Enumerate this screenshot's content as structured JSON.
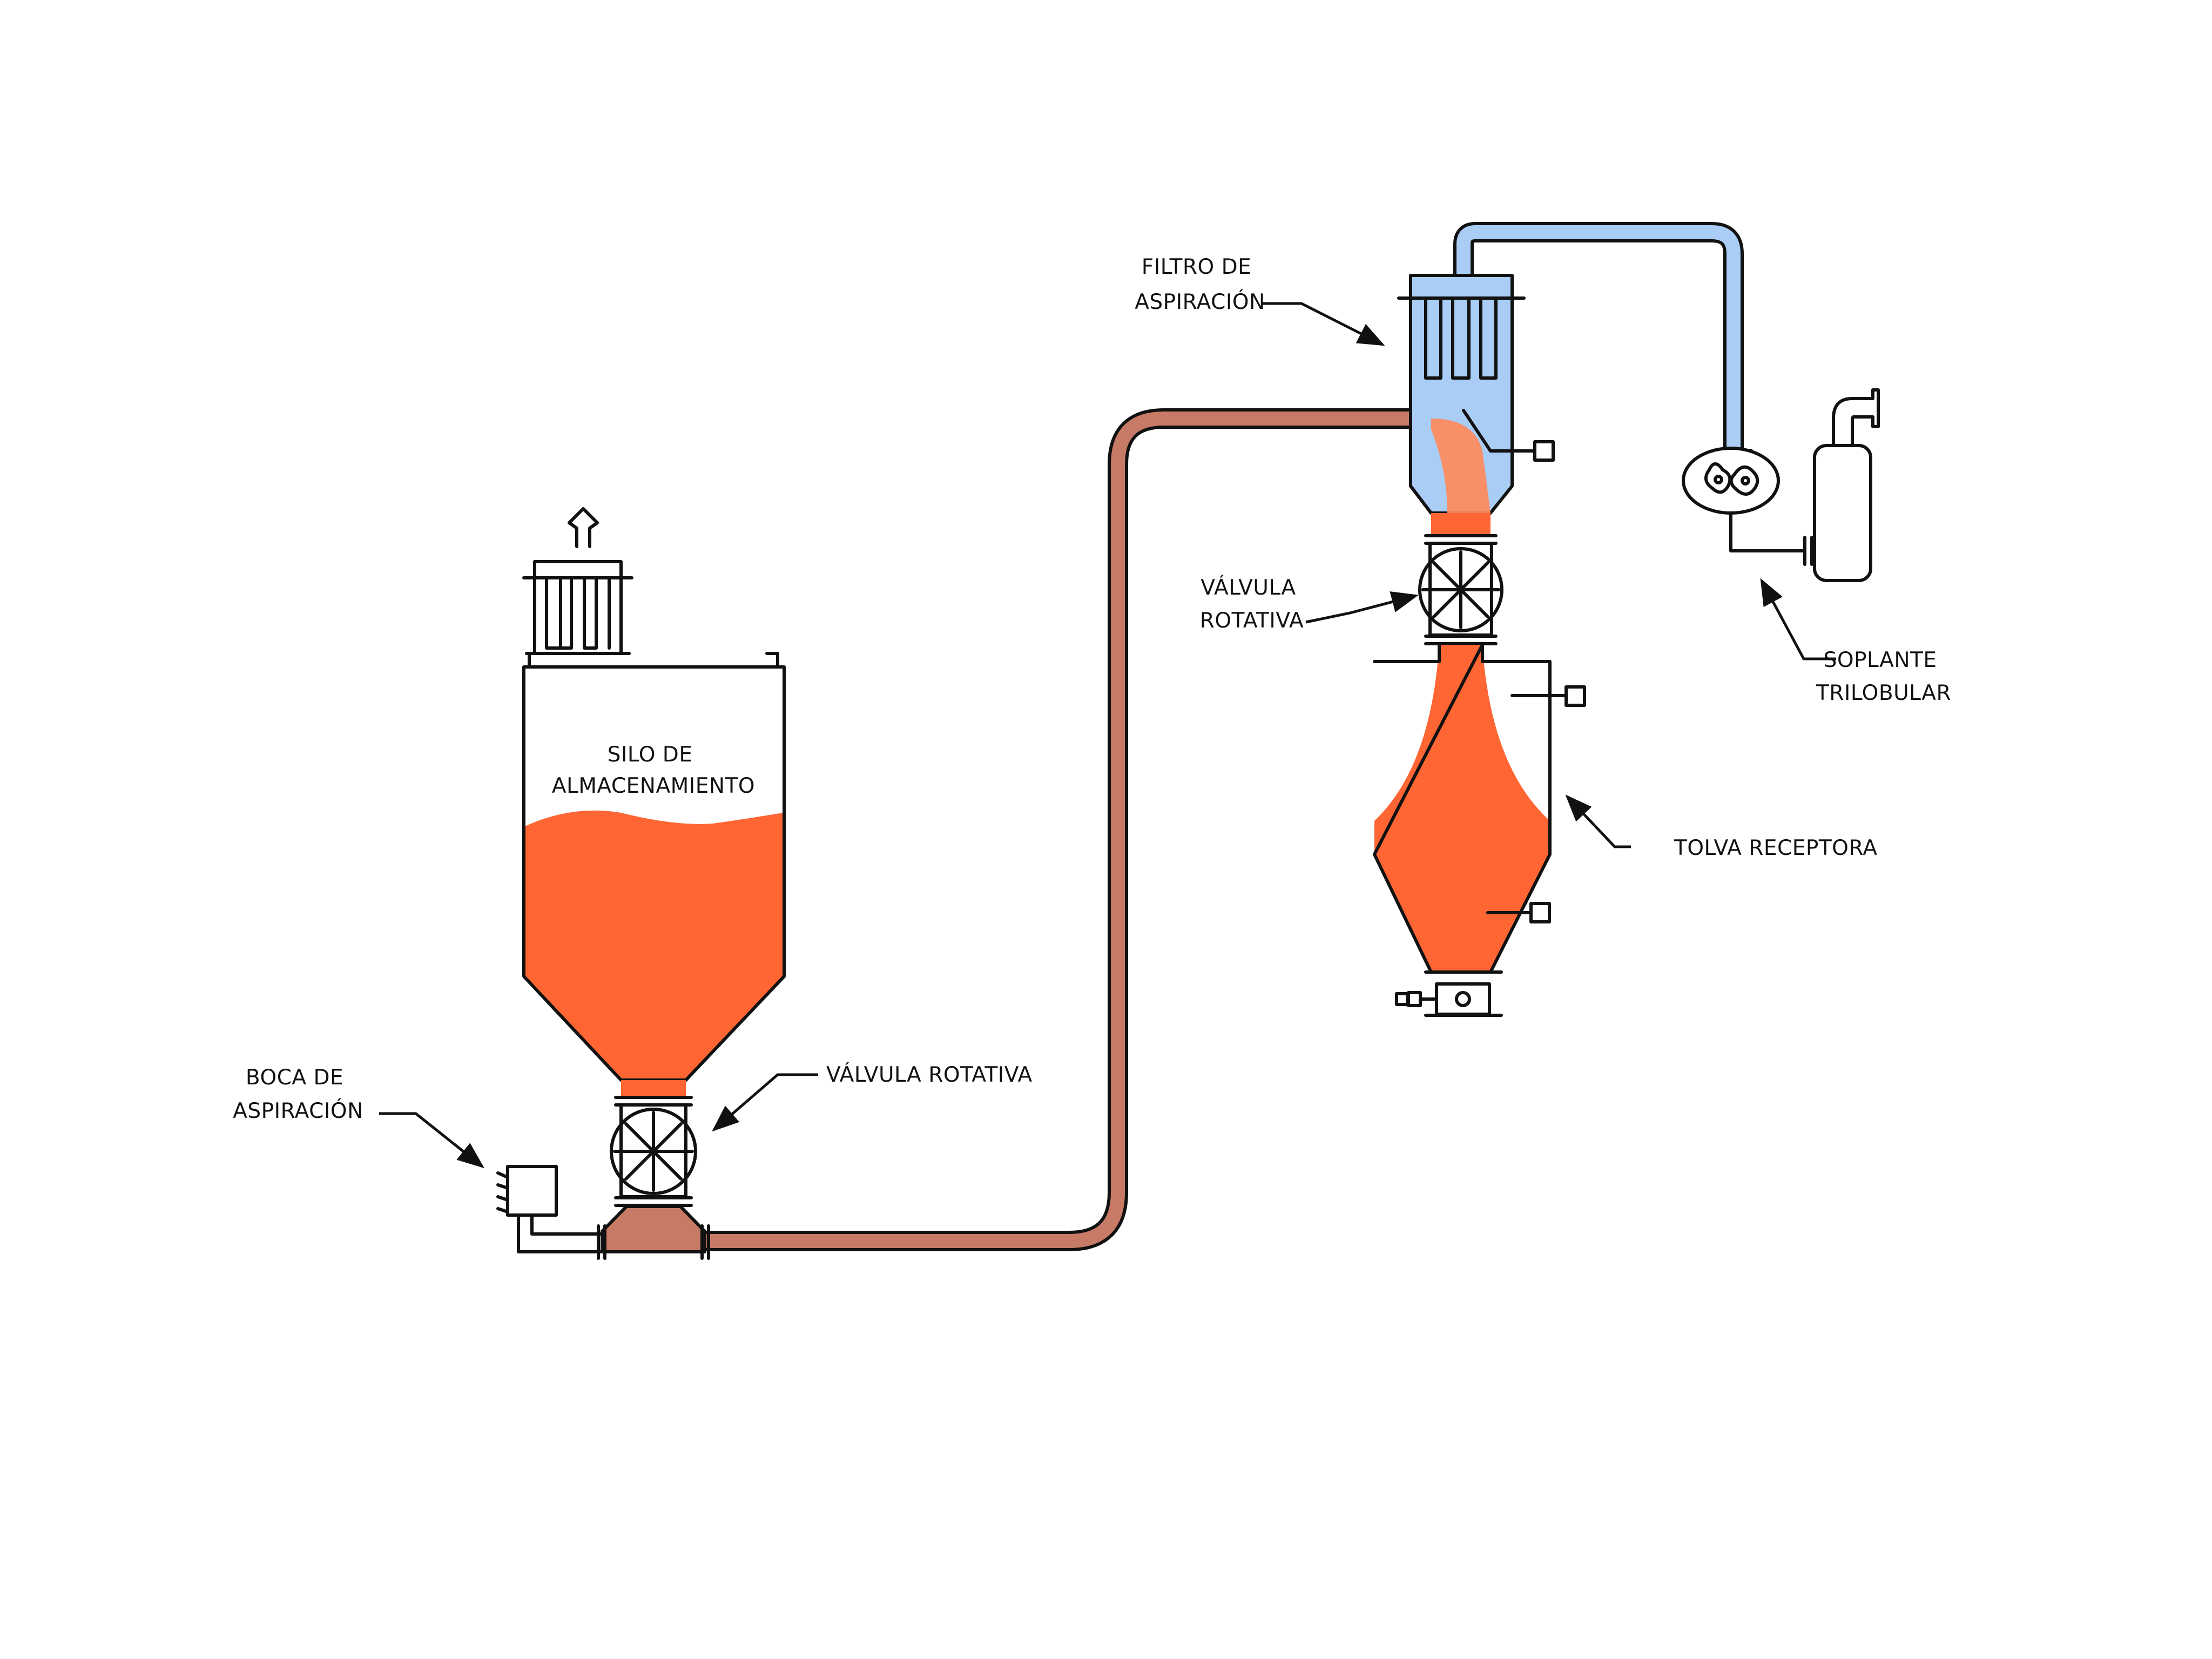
{
  "labels": {
    "silo": [
      "SILO DE",
      "ALMACENAMIENTO"
    ],
    "boca": [
      "BOCA DE",
      "ASPIRACIÓN"
    ],
    "valvula_inferior": "VÁLVULA ROTATIVA",
    "filtro": [
      "FILTRO DE",
      "ASPIRACIÓN"
    ],
    "valvula_superior": [
      "VÁLVULA",
      "ROTATIVA"
    ],
    "soplante": [
      "SOPLANTE",
      "TRILOBULAR"
    ],
    "tolva": "TOLVA RECEPTORA"
  },
  "colors": {
    "material": "#ff6634",
    "material_light": "#ff8a5a",
    "pipe": "#c77a66",
    "air": "#a9cdf5",
    "air_dark": "#8fbdf0",
    "outline": "#111111"
  }
}
